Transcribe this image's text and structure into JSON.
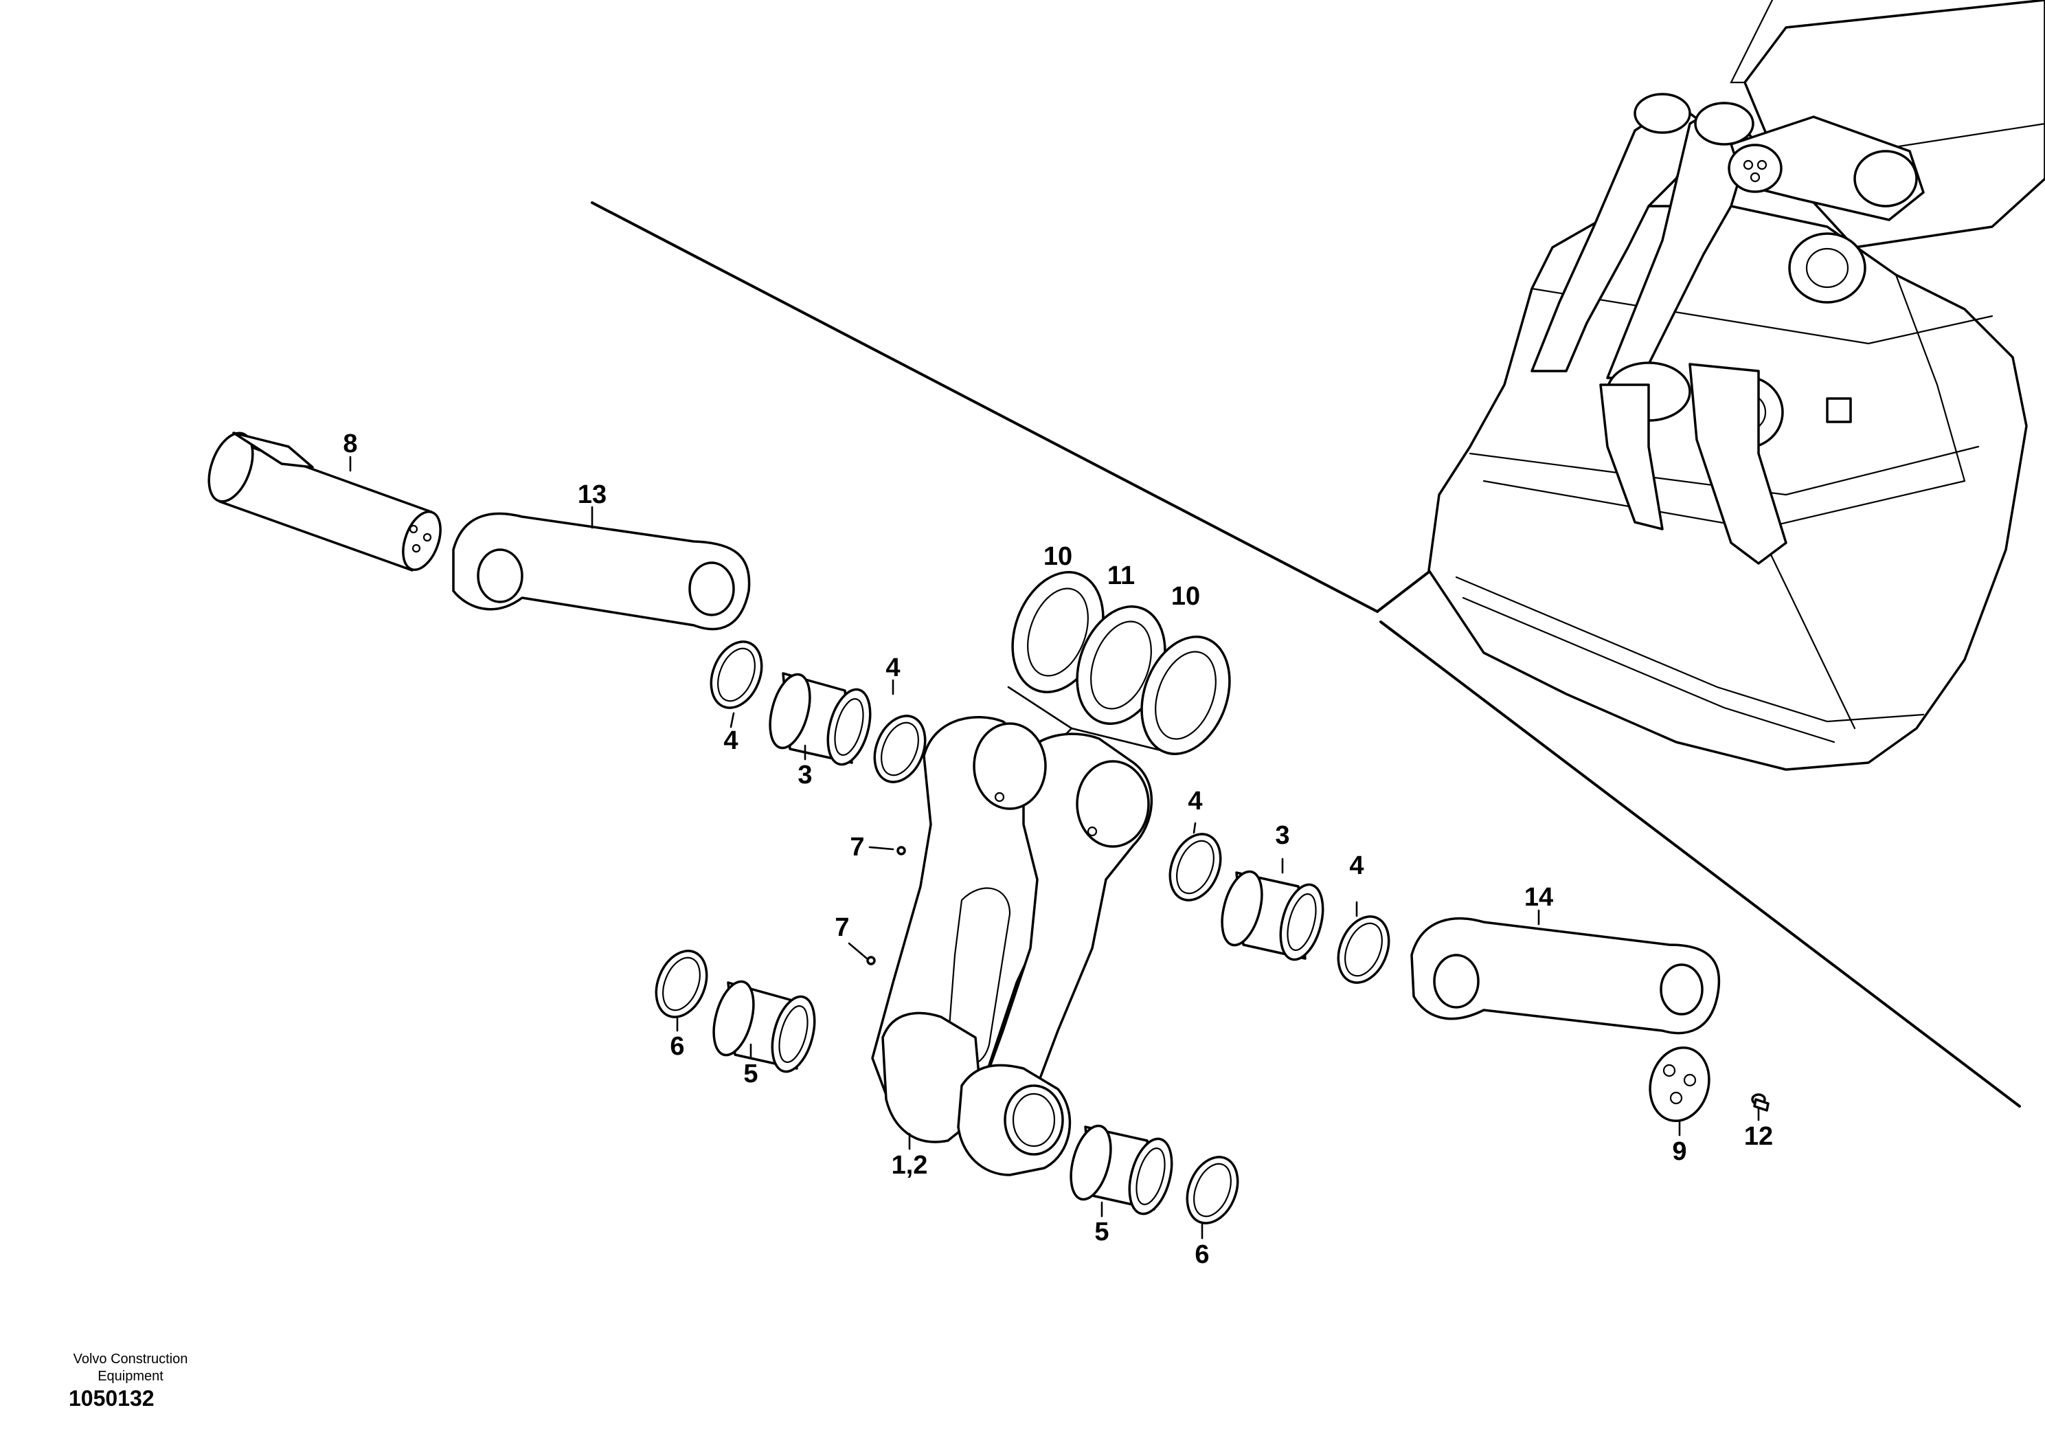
{
  "footer": {
    "brand_line1": "Volvo Construction",
    "brand_line2": "Equipment",
    "document_number": "1050132"
  },
  "callouts": {
    "c_8": "8",
    "c_13": "13",
    "c_10a": "10",
    "c_11": "11",
    "c_10b": "10",
    "c_4a": "4",
    "c_4b": "4",
    "c_3a": "3",
    "c_7a": "7",
    "c_7b": "7",
    "c_6a": "6",
    "c_5a": "5",
    "c_1_2": "1,2",
    "c_4c": "4",
    "c_3b": "3",
    "c_4d": "4",
    "c_14": "14",
    "c_5b": "5",
    "c_6b": "6",
    "c_9": "9",
    "c_12": "12"
  }
}
